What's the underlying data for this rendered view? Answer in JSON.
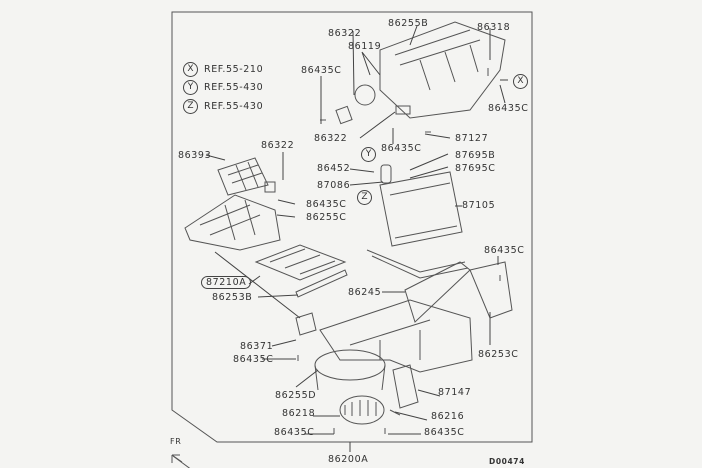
{
  "refs": [
    {
      "mark": "X",
      "text": "REF.55-210"
    },
    {
      "mark": "Y",
      "text": "REF.55-430"
    },
    {
      "mark": "Z",
      "text": "REF.55-430"
    }
  ],
  "parts": {
    "p86255B": "86255B",
    "p86318": "86318",
    "p86322a": "86322",
    "p86119": "86119",
    "p86435Ca": "86435C",
    "p86435Cb": "86435C",
    "p86322b": "86322",
    "p87127": "87127",
    "p86435Cc": "86435C",
    "p86393": "86393",
    "p86322c": "86322",
    "p87695B": "87695B",
    "p86452": "86452",
    "p87695C": "87695C",
    "p87086": "87086",
    "p86435Cd": "86435C",
    "p87105": "87105",
    "p86255C": "86255C",
    "p86435Ce": "86435C",
    "p87210A": "87210A",
    "p86253B": "86253B",
    "p86245": "86245",
    "p86371": "86371",
    "p86435Cf": "86435C",
    "p86253C": "86253C",
    "p86255D": "86255D",
    "p87147": "87147",
    "p86218": "86218",
    "p86216": "86216",
    "p86435Cg": "86435C",
    "p86435Ch": "86435C",
    "p86200A": "86200A"
  },
  "markers": {
    "x": "X",
    "y": "Y",
    "z": "Z"
  },
  "front_label": "FR",
  "diagram_id": "D00474"
}
